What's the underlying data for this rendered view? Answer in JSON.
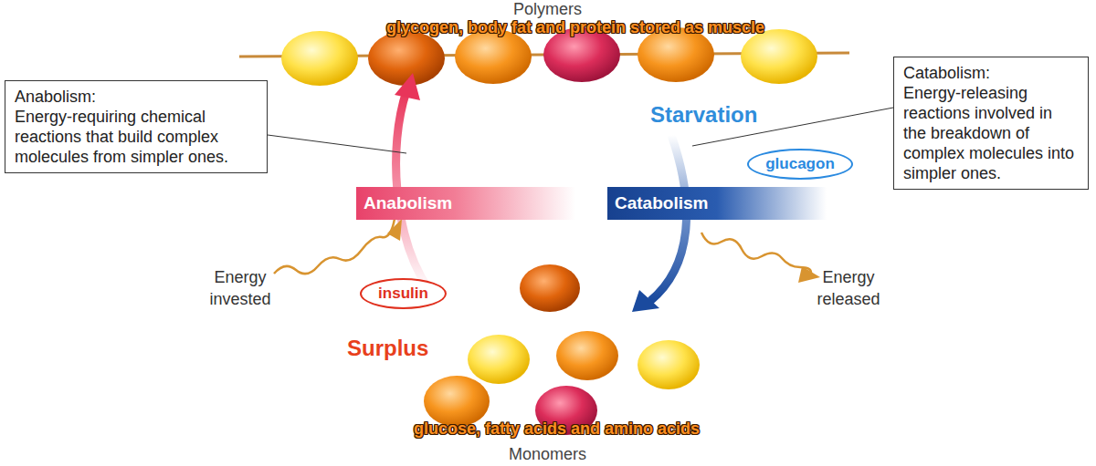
{
  "diagram": {
    "nodes": [
      {
        "text": [
          "Anabolism:",
          "Energy-requiring chemical reactions that build complex molecules from simpler ones."
        ]
      },
      {
        "text": [
          "Catabolism:",
          "Energy-releasing reactions involved in the breakdown of complex molecules into simpler ones."
        ]
      },
      {
        "text": [
          "Anabolism"
        ]
      },
      {
        "text": [
          "Catabolism"
        ]
      },
      {
        "text": [
          "glucagon"
        ]
      },
      {
        "text": [
          "insulin"
        ]
      }
    ],
    "labels": [
      "Polymers",
      "glycogen, body fat and protein stored as muscle",
      "Starvation",
      "Energy invested",
      "Energy released",
      "Surplus",
      "glucose, fatty acids and amino acids",
      "Monomers"
    ]
  }
}
